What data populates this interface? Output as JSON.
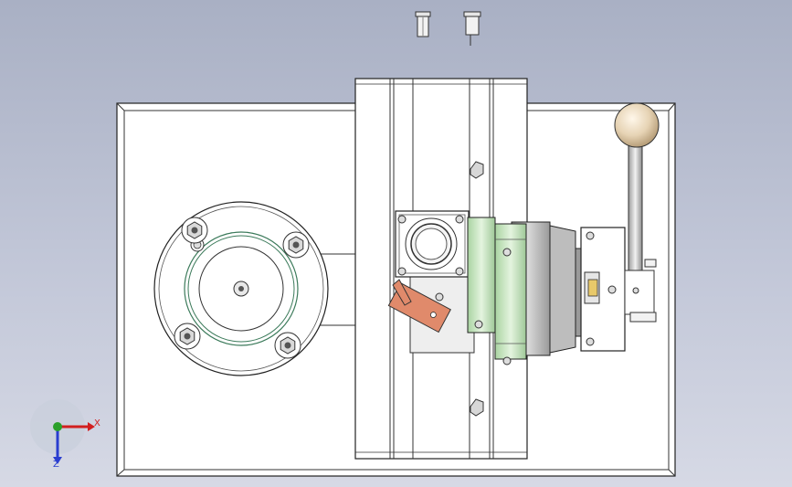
{
  "viewport": {
    "background_top": "#a9b0c4",
    "background_bottom": "#d6d9e5"
  },
  "model": {
    "parts": [
      "base-plate",
      "vertical-guide-rail",
      "round-flange-chuck",
      "gear-motor-block",
      "green-spur-gear",
      "gearbox-housing",
      "bearing-mount-block",
      "ball-handle-lever",
      "limit-switch-orange",
      "loose-pins-top"
    ],
    "colors": {
      "plate": "#ffffff",
      "edge": "#222222",
      "gear_green": "#c9e5c4",
      "switch_orange": "#e08a6b",
      "handle_ball": "#ead9bf",
      "housing_gray": "#cfcfcf"
    }
  },
  "triad": {
    "x_label": "X",
    "z_label": "Z",
    "x_color": "#d21f1f",
    "y_color": "#2aa02a",
    "z_color": "#2a3ed0"
  }
}
